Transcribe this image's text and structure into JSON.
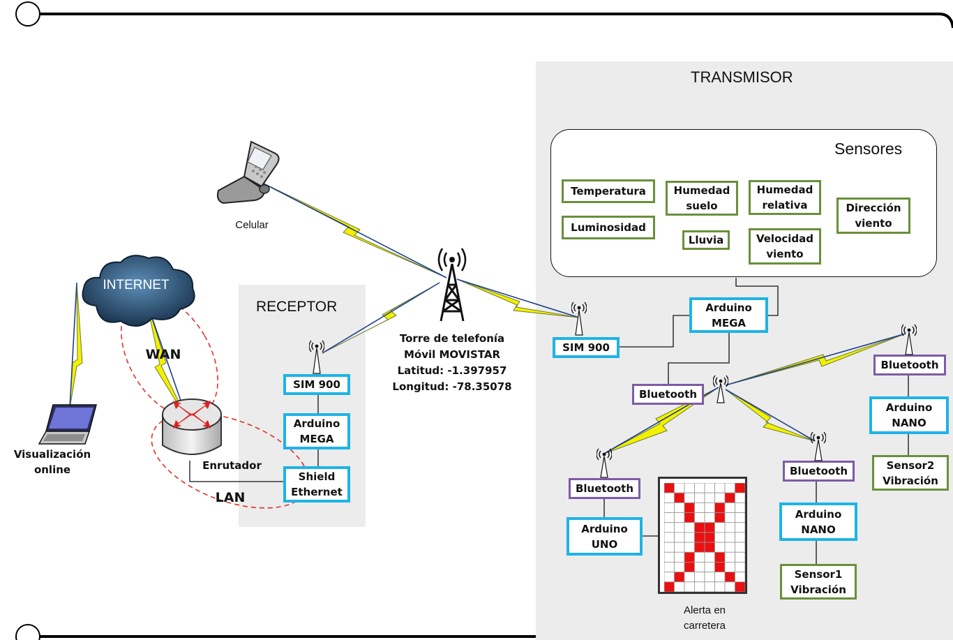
{
  "panels": {
    "transmisor": "TRANSMISOR",
    "sensores": "Sensores",
    "receptor": "RECEPTOR"
  },
  "sensors": {
    "temperatura": "Temperatura",
    "luminosidad": "Luminosidad",
    "humedad_suelo": "Humedad\nsuelo",
    "lluvia": "Lluvia",
    "humedad_relativa": "Humedad\nrelativa",
    "velocidad_viento": "Velocidad\nviento",
    "direccion_viento": "Dirección\nviento"
  },
  "transmitter": {
    "arduino_mega": "Arduino\nMEGA",
    "sim900": "SIM 900",
    "bluetooth_hub": "Bluetooth",
    "bluetooth_left": "Bluetooth",
    "arduino_uno": "Arduino\nUNO",
    "bluetooth_mid": "Bluetooth",
    "arduino_nano_1": "Arduino\nNANO",
    "sensor1": "Sensor1\nVibración",
    "bluetooth_right": "Bluetooth",
    "arduino_nano_2": "Arduino\nNANO",
    "sensor2": "Sensor2\nVibración",
    "alert_label": "Alerta en\ncarretera"
  },
  "receiver": {
    "sim900": "SIM 900",
    "arduino_mega": "Arduino\nMEGA",
    "shield": "Shield\nEthernet"
  },
  "labels": {
    "celular": "Celular",
    "tower": "Torre de telefonía\nMóvil MOVISTAR\nLatitud: -1.397957\nLongitud: -78.35078",
    "internet": "INTERNET",
    "wan": "WAN",
    "lan": "LAN",
    "router": "Enrutador",
    "laptop": "Visualización\nonline"
  },
  "colors": {
    "panel": "#ececec",
    "cyan": "#1fb3e6",
    "green": "#6a8f3a",
    "purple": "#7d5ba6",
    "lightning": "#f3f000",
    "dashed": "#e0302a"
  }
}
